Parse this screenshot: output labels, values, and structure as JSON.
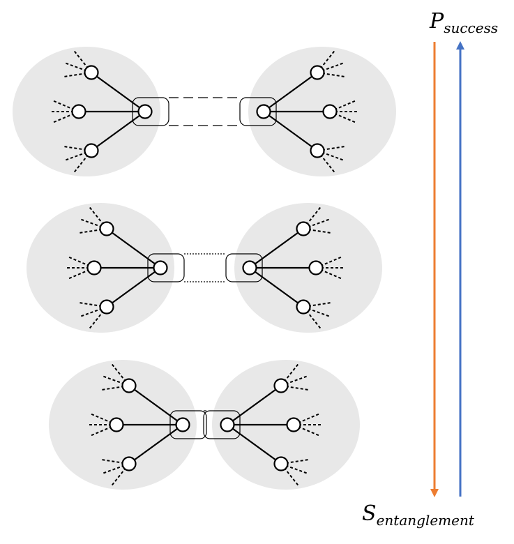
{
  "labels": {
    "top": {
      "main": "P",
      "sub": "success"
    },
    "bottom": {
      "main": "S",
      "sub": "entanglement"
    }
  },
  "colors": {
    "cluster_fill": "#e8e8e8",
    "edge": "#000000",
    "node_fill": "#ffffff",
    "arrow_down": "#ed7d31",
    "arrow_up": "#4472c4"
  },
  "arrows": [
    {
      "name": "down-arrow",
      "direction": "down",
      "color_key": "arrow_down"
    },
    {
      "name": "up-arrow",
      "direction": "up",
      "color_key": "arrow_up"
    }
  ],
  "rows": [
    {
      "link_style": "dashed",
      "separation": "far"
    },
    {
      "link_style": "dotted",
      "separation": "medium"
    },
    {
      "link_style": "solid",
      "separation": "near"
    }
  ]
}
